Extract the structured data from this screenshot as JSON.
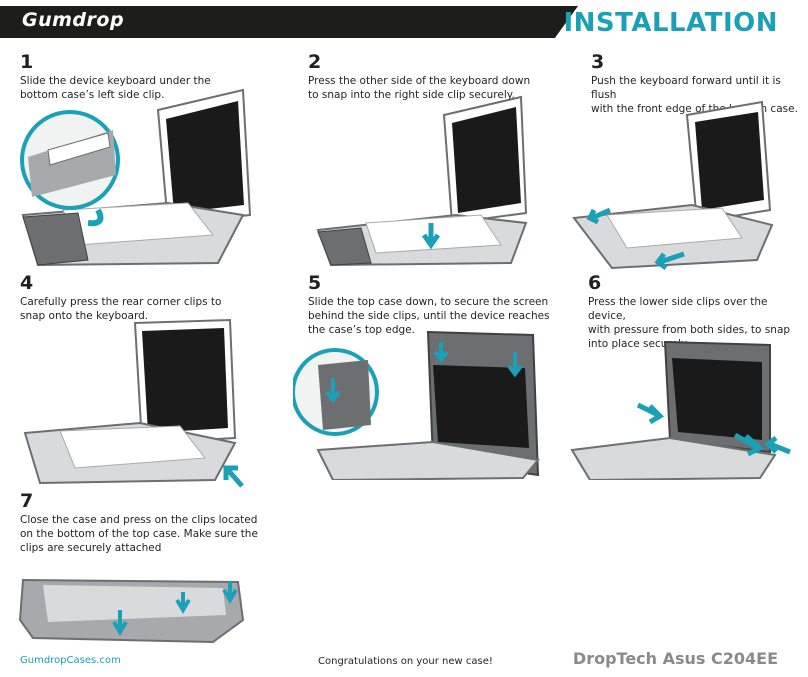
{
  "header": {
    "brand": "Gumdrop",
    "title": "INSTALLATION"
  },
  "steps": [
    {
      "number": "1",
      "text": "Slide the device keyboard under the\nbottom case’s left side clip."
    },
    {
      "number": "2",
      "text": "Press the other side of the keyboard down\nto snap into the right side clip securely."
    },
    {
      "number": "3",
      "text": "Push the keyboard forward until it is flush\nwith the front edge of the bottom case."
    },
    {
      "number": "4",
      "text": "Carefully press the rear corner clips to\nsnap onto the keyboard."
    },
    {
      "number": "5",
      "text": "Slide the top case down, to secure the screen\nbehind the side clips, until the device reaches\nthe case’s top edge."
    },
    {
      "number": "6",
      "text": "Press the lower side clips over the device,\nwith pressure from both sides, to snap\ninto place securely."
    },
    {
      "number": "7",
      "text": "Close the case and press on the clips located\non the bottom of the top case. Make sure the\nclips are securely attached"
    }
  ],
  "footer": {
    "url": "GumdropCases.com",
    "congrats": "Congratulations on your new case!",
    "product": "DropTech Asus C204EE"
  },
  "colors": {
    "accent": "#1aa0b7",
    "header_bar": "#1d1d1b",
    "case_gray": "#6d6e70",
    "screen": "#1a1a1a"
  }
}
